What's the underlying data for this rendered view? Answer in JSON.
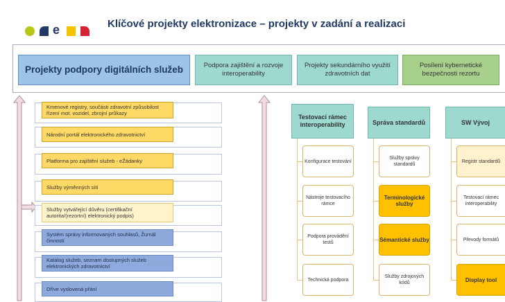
{
  "title": "Klíčové projekty elektronizace – projekty v zadání a realizaci",
  "colors": {
    "logo_dot": "#b7c617",
    "logo_navy": "#1f3864",
    "logo_yellow": "#f5c400",
    "logo_red": "#d62034"
  },
  "logo": {
    "letter": "e"
  },
  "header": {
    "main": "Projekty podpory digitálních služeb",
    "boxes": [
      "Podpora zajištění a rozvoje interoperability",
      "Projekty sekundárního využití zdravotních dat",
      "Posílení kybernetické bezpečnosti rezortu"
    ]
  },
  "left_items": [
    "Kmenové registry, součásti zdravotní způsobilost řízení mot. vozidel, zbrojní průkazy",
    "Národní portál elektronického zdravotnictví",
    "Platforma pro zajištění služeb - eŽádanky",
    "Služby výměnných sítí",
    "Služby vytvářející důvěru (certifikační autorita/(rezortní) elektronický podpis)",
    "Systém správy informovaných souhlasů, Žurnál činností",
    "Katalog služeb, seznam dostupných služeb elektronických zdravotnictví",
    "Dříve vyslovená přání"
  ],
  "columns": [
    {
      "header": "Testovací rámec interoperability",
      "cells": [
        "Konfigurace testování",
        "Nástroje testovacího rámce",
        "Podpora provádění testů",
        "Technická podpora"
      ]
    },
    {
      "header": "Správa standardů",
      "cells": [
        "Služby správy standardů",
        "Terminologické služby",
        "Sémantické služby",
        "Služby zdrojových kódů"
      ]
    },
    {
      "header": "SW Vývoj",
      "cells": [
        "Registr standardů",
        "Testovací rámec interoperability",
        "Převody formátů",
        "Display tool"
      ]
    }
  ]
}
